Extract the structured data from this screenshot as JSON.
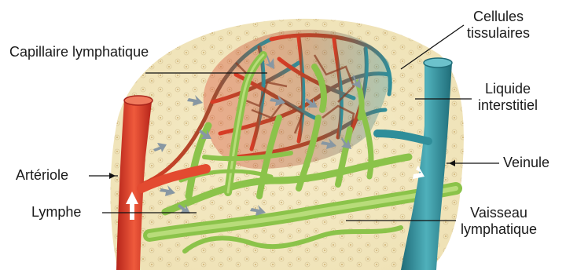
{
  "labels": {
    "capillaire": "Capillaire lymphatique",
    "cellules_1": "Cellules",
    "cellules_2": "tissulaires",
    "liquide_1": "Liquide",
    "liquide_2": "interstitiel",
    "veinule": "Veinule",
    "arteriole": "Artériole",
    "lymphe": "Lymphe",
    "vaisseau_1": "Vaisseau",
    "vaisseau_2": "lymphatique"
  },
  "colors": {
    "tissue": "#f3e9c6",
    "artery": "#d9402a",
    "vein": "#2f8e9a",
    "lymph": "#8bc34a",
    "capillary_red": "#c8422c",
    "capillary_brown": "#8a5032",
    "arrow": "#6b7f8c"
  }
}
